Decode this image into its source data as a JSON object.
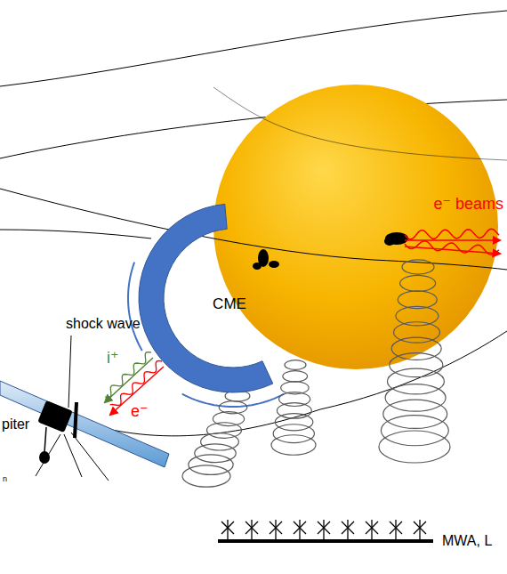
{
  "diagram": {
    "nodes": [
      {
        "text": [
          "CME"
        ]
      }
    ],
    "labels": [
      "e⁻ beams",
      "shock wave",
      "i⁺",
      "e⁻",
      "piter",
      "n",
      "MWA, L"
    ]
  }
}
